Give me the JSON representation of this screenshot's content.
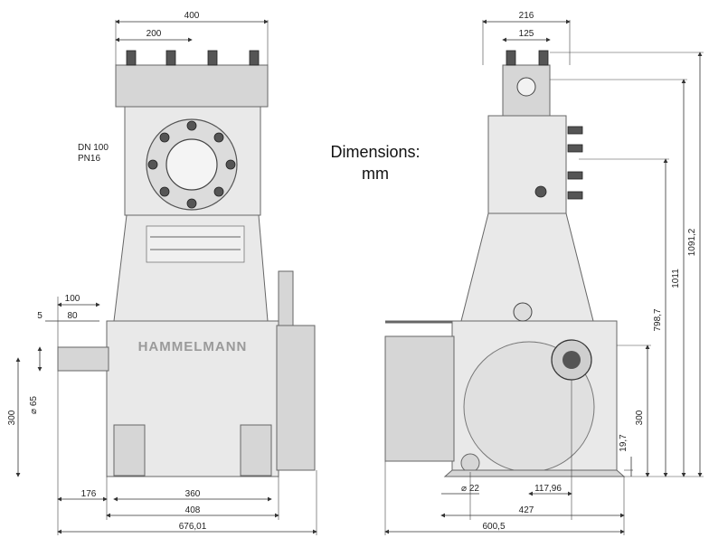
{
  "note": {
    "line1": "Dimensions:",
    "line2": "mm"
  },
  "brand": "HAMMELMANN",
  "flange": {
    "line1": "DN 100",
    "line2": "PN16"
  },
  "left_view": {
    "dims": {
      "top_width": "400",
      "half_width": "200",
      "shaft_100": "100",
      "shaft_5": "5",
      "shaft_80": "80",
      "shaft_dia": "⌀ 65",
      "shaft_height": "300",
      "base_176": "176",
      "base_360": "360",
      "base_408": "408",
      "overall": "676,01"
    }
  },
  "right_view": {
    "dims": {
      "top_216": "216",
      "top_125": "125",
      "h_1091": "1091,2",
      "h_1011": "1011",
      "h_798": "798,7",
      "h_300": "300",
      "h_19": "19,7",
      "dia_22": "⌀ 22",
      "d_117": "117,96",
      "d_427": "427",
      "d_600": "600,5"
    }
  }
}
